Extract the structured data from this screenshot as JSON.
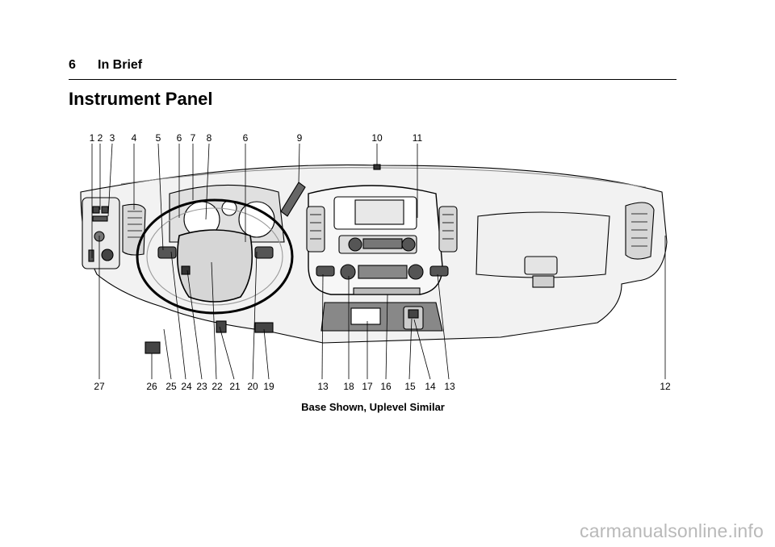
{
  "header": {
    "page_number": "6",
    "chapter": "In Brief"
  },
  "section_title": "Instrument Panel",
  "figure": {
    "callouts_top": [
      "1",
      "2",
      "3",
      "4",
      "5",
      "6",
      "7",
      "8",
      "6",
      "9",
      "10",
      "11"
    ],
    "callouts_bottom": [
      "27",
      "26",
      "25",
      "24",
      "23",
      "22",
      "21",
      "20",
      "19",
      "13",
      "18",
      "17",
      "16",
      "15",
      "14",
      "13",
      "12"
    ],
    "caption": "Base Shown, Uplevel Similar"
  },
  "watermark": "carmanualsonline.info"
}
